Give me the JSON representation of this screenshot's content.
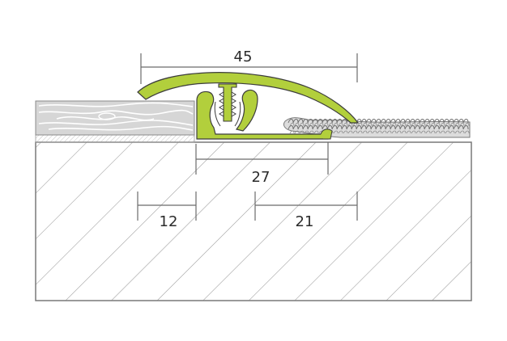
{
  "dimensions": {
    "overall_width": "45",
    "base_width": "27",
    "left_height": "12",
    "right_height": "21"
  },
  "colors": {
    "profile": "#b2cf3c",
    "profile_outline": "#3c3c3c",
    "line": "#6b6b6b",
    "hatch": "#9a9a9a",
    "wood": "#d3d3d3",
    "carpet": "#d6d6d6",
    "text": "#2b2b2b"
  }
}
